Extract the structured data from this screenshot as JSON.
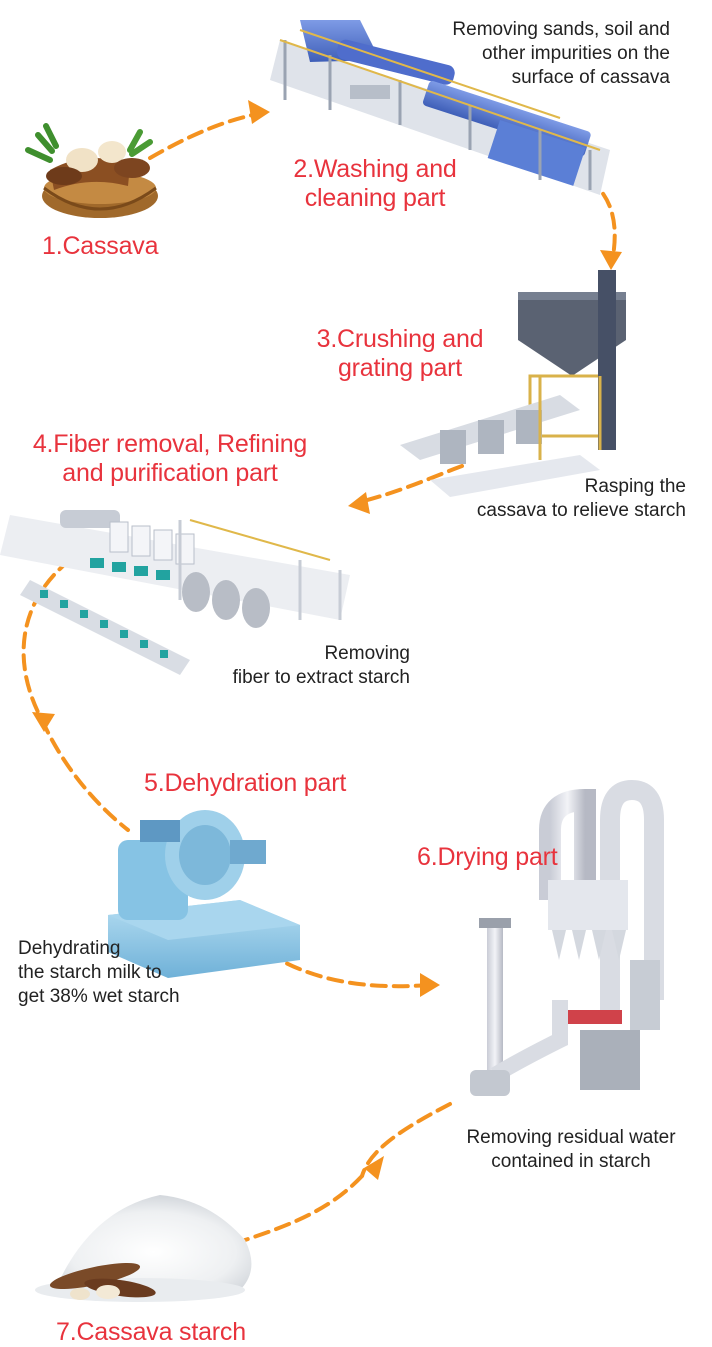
{
  "colors": {
    "step_label": "#e8333d",
    "description": "#222222",
    "arrow": "#f4921f",
    "machine_blue": "#5b7fd6",
    "dehydrator": "#8fc8e6"
  },
  "steps": [
    {
      "label": "1.Cassava",
      "icon": "cassava-basket-image"
    },
    {
      "label": "2.Washing and\ncleaning part",
      "description": "Removing sands, soil and\nother impurities on the\nsurface of cassava",
      "icon": "washing-machine-image"
    },
    {
      "label": "3.Crushing and\ngrating part",
      "description": "Rasping the\ncassava to relieve starch",
      "icon": "crusher-image"
    },
    {
      "label": "4.Fiber removal, Refining\nand purification part",
      "description": "Removing\nfiber to extract starch",
      "icon": "sieve-line-image"
    },
    {
      "label": "5.Dehydration part",
      "description": "Dehydrating\nthe starch milk to\nget 38% wet starch",
      "icon": "centrifuge-image"
    },
    {
      "label": "6.Drying part",
      "description": "Removing residual water\ncontained in starch",
      "icon": "flash-dryer-image"
    },
    {
      "label": "7.Cassava starch",
      "icon": "starch-powder-image"
    }
  ]
}
